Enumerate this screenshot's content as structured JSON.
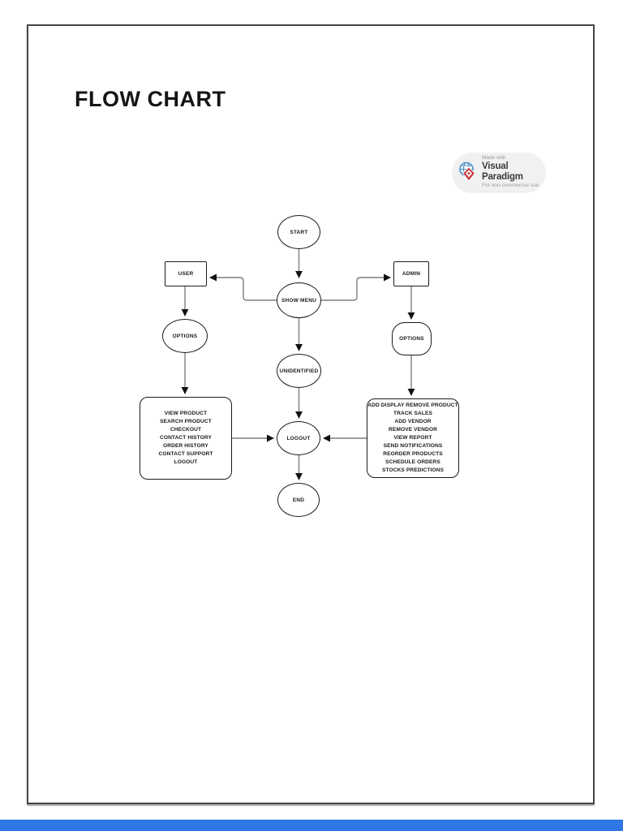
{
  "page": {
    "title": "FLOW CHART"
  },
  "badge": {
    "made_with": "Made with",
    "brand": "Visual Paradigm",
    "license": "For non-commercial use"
  },
  "flowchart": {
    "nodes": {
      "start": "START",
      "show_menu": "SHOW MENU",
      "user": "USER",
      "admin": "ADMIN",
      "options_left": "OPTIONS",
      "options_right": "OPTIONS",
      "unidentified": "UNIDENTIFIED",
      "logout": "LOGOUT",
      "end": "END"
    },
    "user_actions": [
      "VIEW PRODUCT",
      "SEARCH PRODUCT",
      "CHECKOUT",
      "CONTACT HISTORY",
      "ORDER HISTORY",
      "CONTACT SUPPORT",
      "LOGOUT"
    ],
    "admin_actions": [
      "ADD DISPLAY REMOVE PRODUCT",
      "TRACK SALES",
      "ADD VENDOR",
      "REMOVE VENDOR",
      "VIEW REPORT",
      "SEND NOTIFICATIONS",
      "REORDER PRODUCTS",
      "SCHEDULE ORDERS",
      "STOCKS PREDICTIONS"
    ]
  },
  "colors": {
    "shape_border": "#1b1b1b",
    "connector_line": "#7f7f7f",
    "page_border": "#474747",
    "bottom_bar": "#2e77e5",
    "badge_background": "#f1f1f1",
    "vp_logo_red": "#c5393f",
    "vp_logo_blue": "#4a8fc7"
  }
}
